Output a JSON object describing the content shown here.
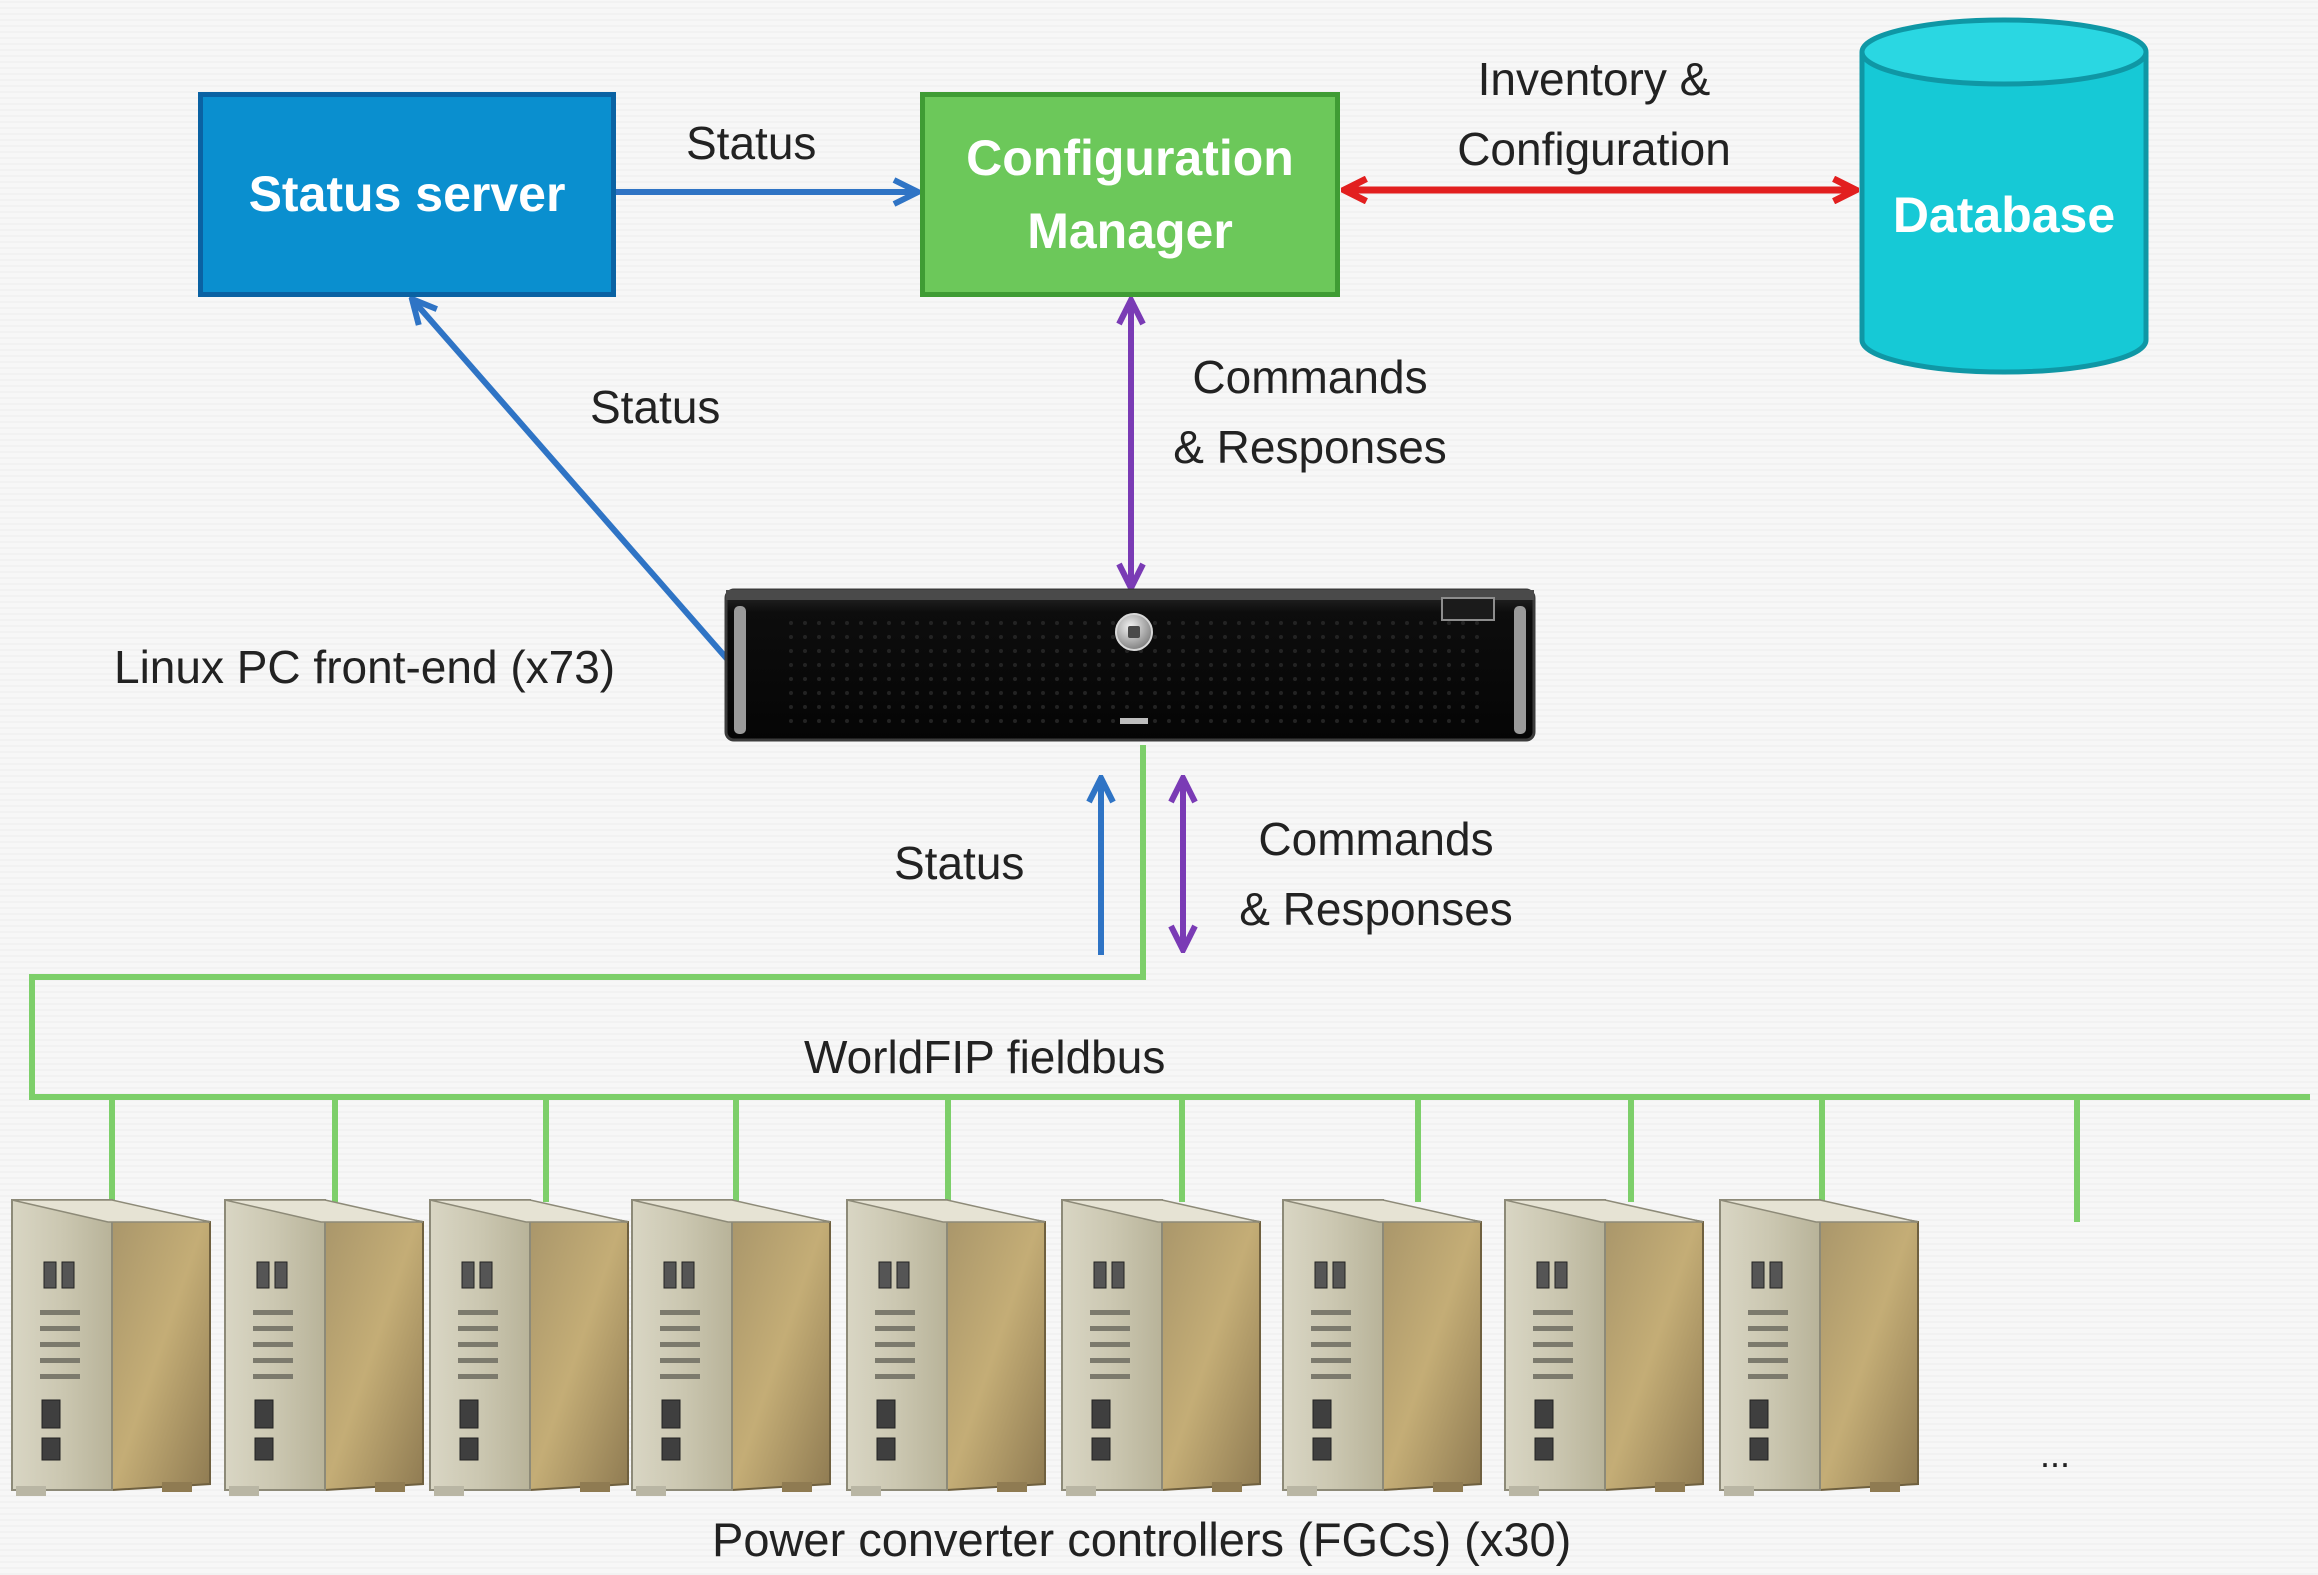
{
  "nodes": {
    "status_server": "Status server",
    "configuration_manager": [
      "Configuration",
      "Manager"
    ],
    "database": "Database"
  },
  "edges": {
    "status_to_config": "Status",
    "inventory_configuration": [
      "Inventory &",
      "Configuration"
    ],
    "status_from_frontend": "Status",
    "commands_responses_upper": [
      "Commands",
      "& Responses"
    ],
    "status_from_fieldbus": "Status",
    "commands_responses_lower": [
      "Commands",
      "& Responses"
    ]
  },
  "labels": {
    "frontend": "Linux PC front-end  (x73)",
    "fieldbus": "WorldFIP fieldbus",
    "controllers": "Power converter controllers (FGCs) (x30)",
    "ellipsis": "..."
  },
  "colors": {
    "status_arrow": "#2f74c5",
    "command_arrow": "#7a3bb5",
    "inventory_arrow": "#e21f1f",
    "fieldbus": "#7dcf6a",
    "status_server_fill": "#0a8fcf",
    "config_manager_fill": "#6cc85a",
    "database_fill": "#16c9d6"
  },
  "icons": {
    "frontend": "rack-server-icon",
    "controller": "power-converter-controller-icon"
  }
}
